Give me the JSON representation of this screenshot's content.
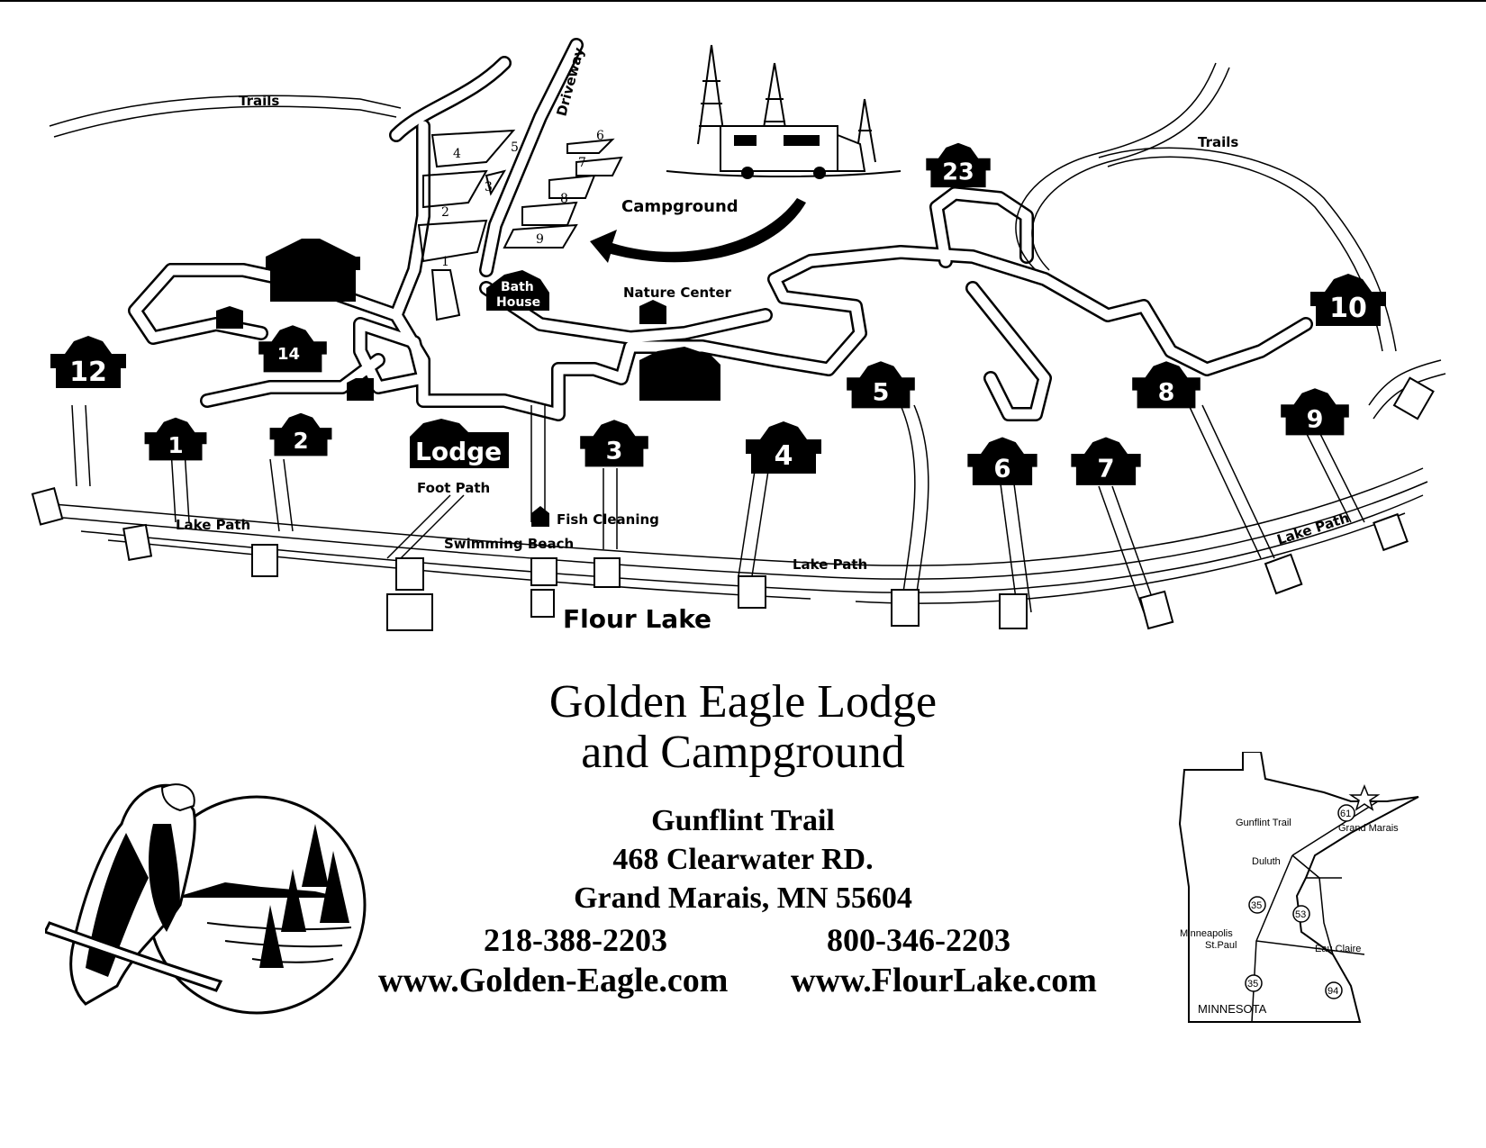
{
  "map": {
    "trails_label": "Trails",
    "driveway_label": "Driveway",
    "campground_label": "Campground",
    "bath_house_line1": "Bath",
    "bath_house_line2": "House",
    "nature_center_label": "Nature Center",
    "lodge_label": "Lodge",
    "foot_path_label": "Foot Path",
    "fish_cleaning_label": "Fish Cleaning",
    "swimming_beach_label": "Swimming Beach",
    "lake_path_label": "Lake Path",
    "lake_name": "Flour Lake",
    "campsites": [
      "1",
      "2",
      "3",
      "4",
      "5",
      "6",
      "7",
      "8",
      "9"
    ],
    "cabins": [
      "1",
      "2",
      "3",
      "4",
      "5",
      "6",
      "7",
      "8",
      "9",
      "10",
      "12",
      "14",
      "23"
    ]
  },
  "info": {
    "title_line1": "Golden Eagle Lodge",
    "title_line2": "and Campground",
    "address_line1": "Gunflint Trail",
    "address_line2": "468 Clearwater RD.",
    "address_line3": "Grand Marais, MN 55604",
    "phone1": "218-388-2203",
    "phone2": "800-346-2203",
    "website1": "www.Golden-Eagle.com",
    "website2": "www.FlourLake.com"
  },
  "state_map": {
    "state": "MINNESOTA",
    "places": [
      "Gunflint Trail",
      "Grand Marais",
      "Duluth",
      "Minneapolis",
      "St.Paul",
      "Eau Claire"
    ],
    "routes": [
      "61",
      "35",
      "53",
      "35",
      "94"
    ]
  }
}
